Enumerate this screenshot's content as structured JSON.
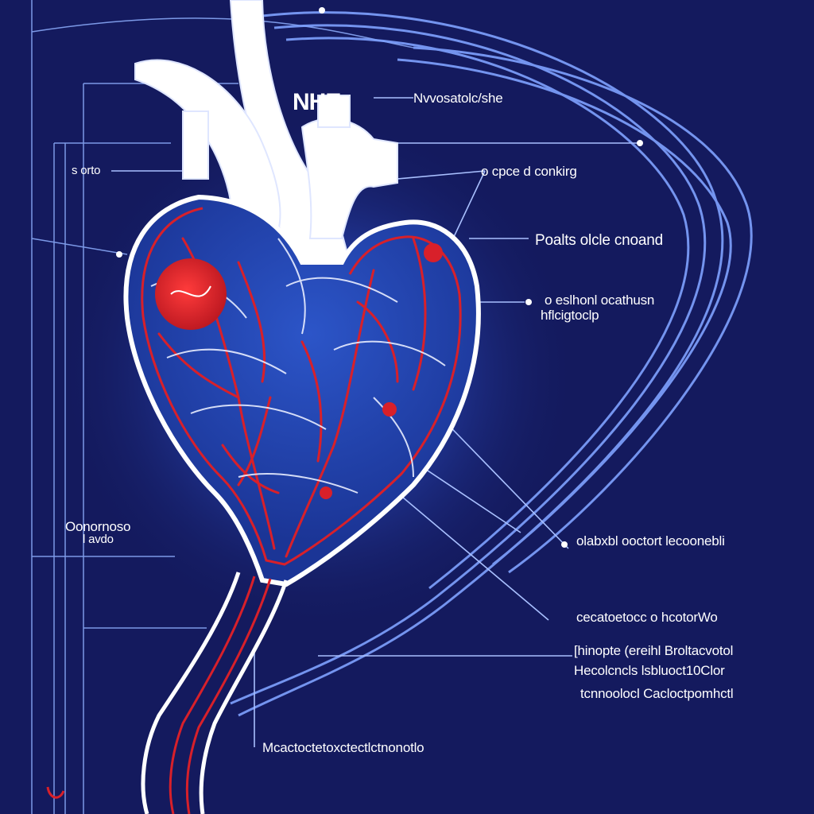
{
  "colors": {
    "background": "#141a5e",
    "heart_fill": "#1f3fa8",
    "vessel_red": "#d8202a",
    "outline_white": "#ffffff",
    "guide_line": "#9ab4ff"
  },
  "labels": {
    "top_right": "Nvvosatolc/she",
    "top_left": "s orto",
    "upper_right": "o cpce d conkirg",
    "mid_right": "Poalts olcle cnoand",
    "right_a": "o eslhonl ocathusn",
    "right_b": "hflcigtoclp",
    "left_a": "Oonornoso",
    "left_b": "l avdo",
    "lower_right": "olabxbl ooctort lecoonebli",
    "lower_right_2": "cecatoetocc o hcotorWo",
    "block_1": "[hinopte (ereihl Broltacvotol",
    "block_2": "Hecolcncls lsbluoct10Clor",
    "block_3": "tcnnoolocl Cacloctpomhctl",
    "bottom": "Mcactoctetoxctectlctnonotlo"
  },
  "stamp_text": "NHE"
}
